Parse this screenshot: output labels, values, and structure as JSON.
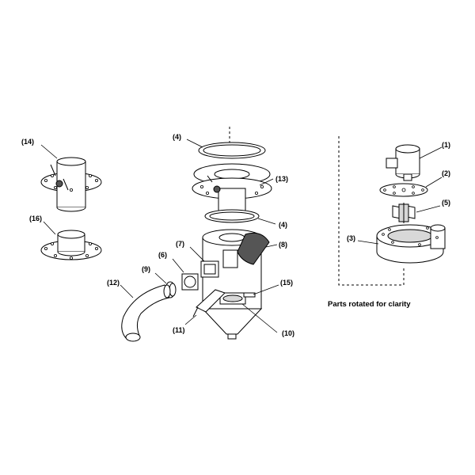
{
  "labels": {
    "l1": "(1)",
    "l2": "(2)",
    "l3": "(3)",
    "l4a": "(4)",
    "l4b": "(4)",
    "l5": "(5)",
    "l6": "(6)",
    "l7": "(7)",
    "l8": "(8)",
    "l9": "(9)",
    "l10": "(10)",
    "l11": "(11)",
    "l12": "(12)",
    "l13": "(13)",
    "l14": "(14)",
    "l15": "(15)",
    "l16": "(16)"
  },
  "caption": "Parts rotated for clarity"
}
